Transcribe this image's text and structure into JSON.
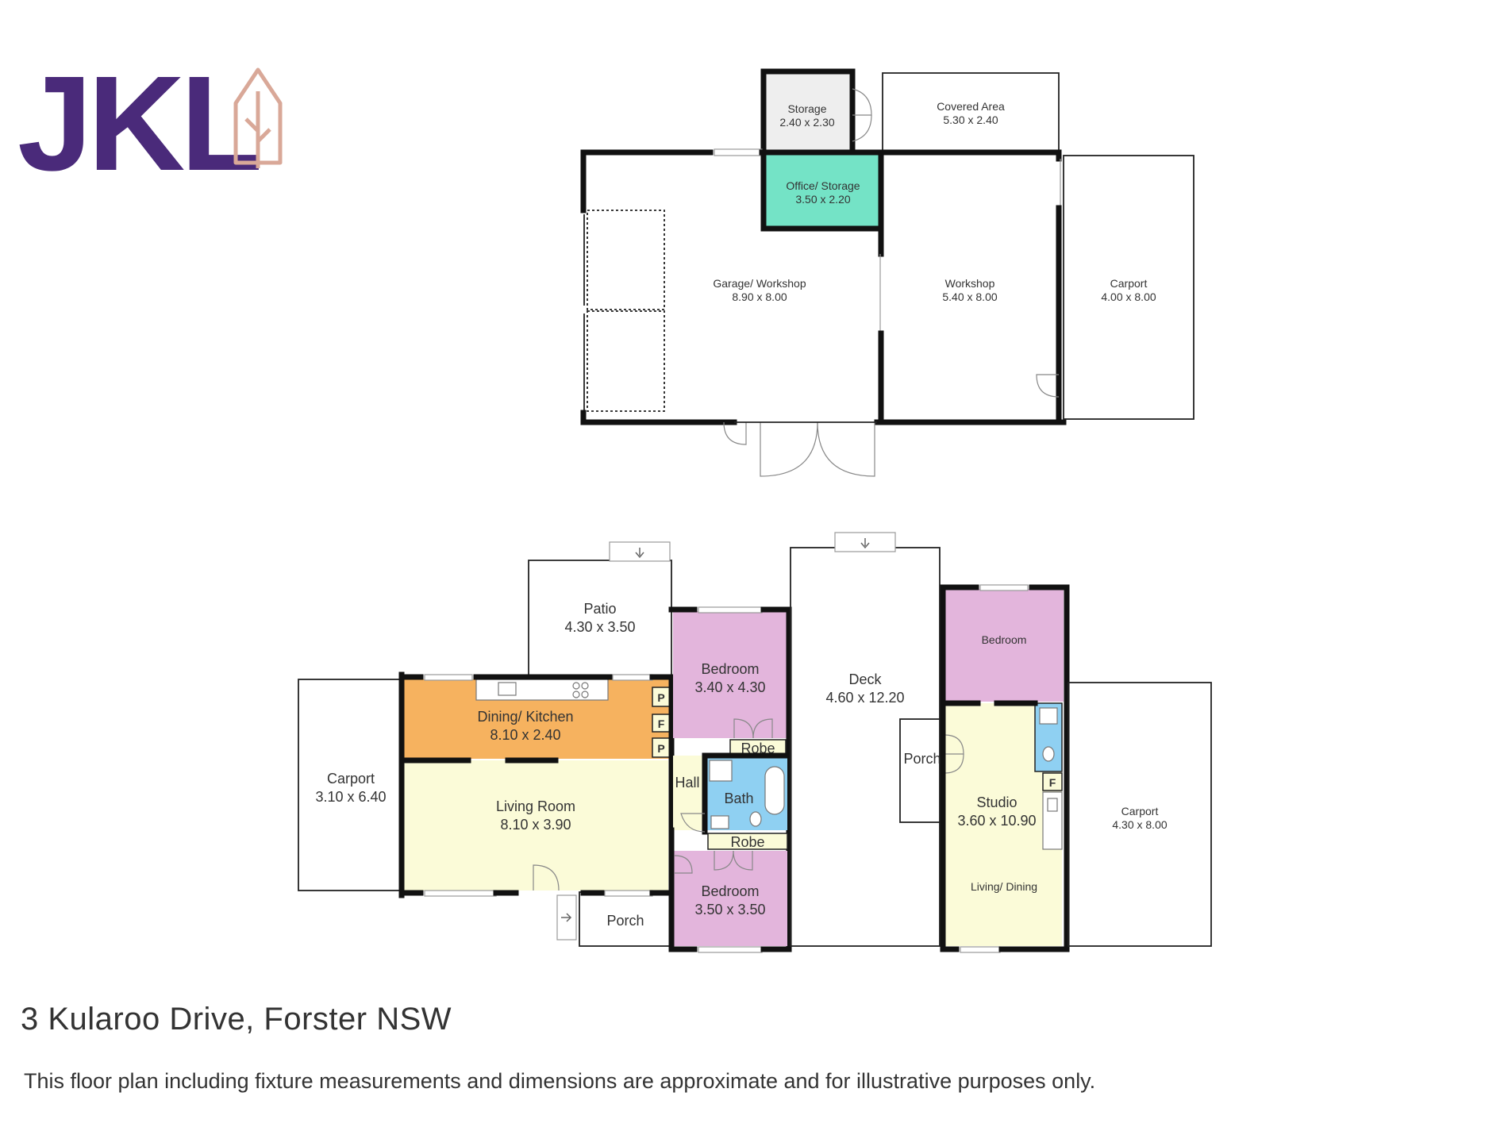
{
  "logo": {
    "text": "JKL",
    "color": "#4a2a7a",
    "accent": "#d9a898",
    "icon": "tree-house-icon"
  },
  "rooms": {
    "storage": {
      "name": "Storage",
      "dims": "2.40 x 2.30"
    },
    "covered_area": {
      "name": "Covered Area",
      "dims": "5.30 x 2.40"
    },
    "office_storage": {
      "name": "Office/ Storage",
      "dims": "3.50 x 2.20"
    },
    "garage_workshop": {
      "name": "Garage/ Workshop",
      "dims": "8.90 x 8.00"
    },
    "workshop": {
      "name": "Workshop",
      "dims": "5.40 x 8.00"
    },
    "carport_top": {
      "name": "Carport",
      "dims": "4.00 x 8.00"
    },
    "patio": {
      "name": "Patio",
      "dims": "4.30 x 3.50"
    },
    "dining_kitchen": {
      "name": "Dining/ Kitchen",
      "dims": "8.10 x 2.40"
    },
    "carport_left": {
      "name": "Carport",
      "dims": "3.10 x 6.40"
    },
    "living_room": {
      "name": "Living Room",
      "dims": "8.10 x 3.90"
    },
    "porch_front": {
      "name": "Porch"
    },
    "bedroom_1": {
      "name": "Bedroom",
      "dims": "3.40 x 4.30"
    },
    "robe_1": {
      "name": "Robe"
    },
    "hall": {
      "name": "Hall"
    },
    "bath": {
      "name": "Bath"
    },
    "robe_2": {
      "name": "Robe"
    },
    "bedroom_2": {
      "name": "Bedroom",
      "dims": "3.50 x 3.50"
    },
    "deck": {
      "name": "Deck",
      "dims": "4.60 x 12.20"
    },
    "porch_deck": {
      "name": "Porch"
    },
    "bedroom_studio": {
      "name": "Bedroom"
    },
    "studio": {
      "name": "Studio",
      "dims": "3.60 x 10.90"
    },
    "living_dining": {
      "name": "Living/ Dining"
    },
    "carport_right": {
      "name": "Carport",
      "dims": "4.30 x 8.00"
    }
  },
  "fixtures": {
    "pantry": "P",
    "fridge": "F"
  },
  "colors": {
    "office": "#74e3c6",
    "storage": "#eeeeee",
    "kitchen": "#f6b25f",
    "living": "#fbfbd8",
    "bedroom": "#e3b5dc",
    "bath": "#8fd0f2",
    "robe": "#fbfbd8",
    "hall": "#fbfbd8",
    "studio": "#fbfbd8"
  },
  "footer": {
    "address": "3 Kularoo Drive, Forster NSW",
    "disclaimer": "This floor plan including fixture measurements and dimensions are approximate and for illustrative purposes only."
  }
}
